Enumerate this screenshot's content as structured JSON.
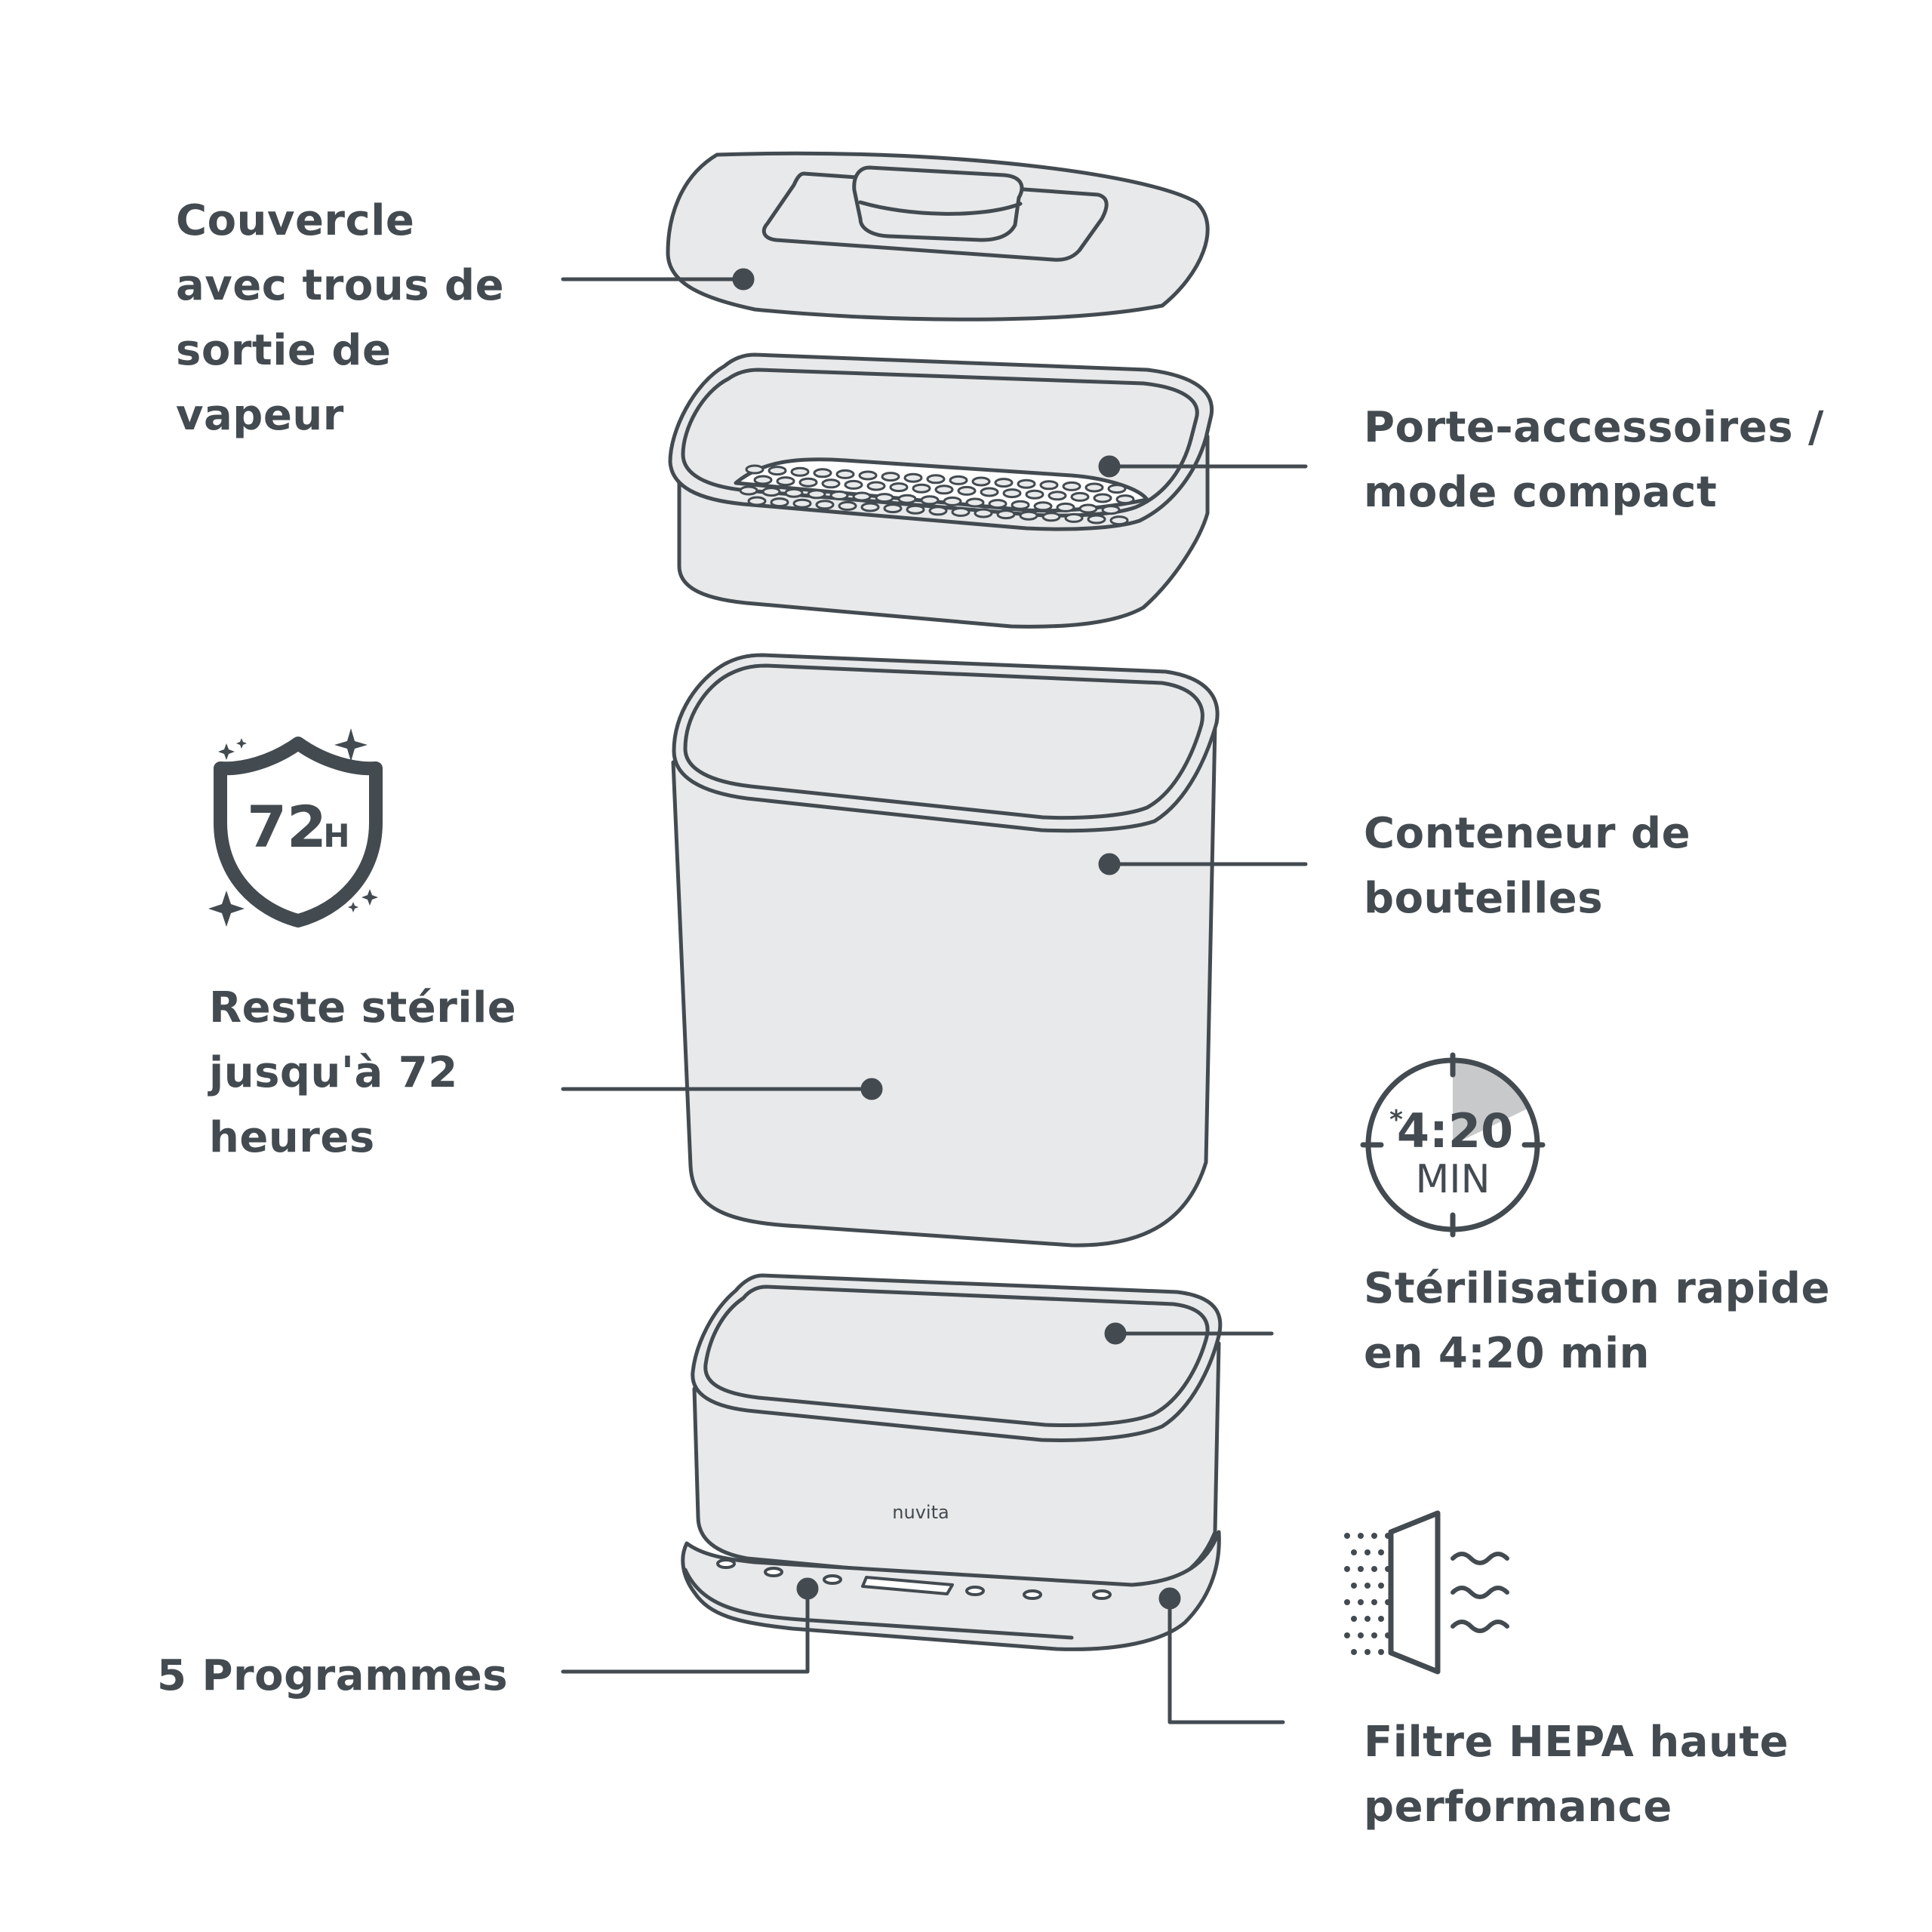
{
  "colors": {
    "ink": "#434b51",
    "fill": "#e8e9ea",
    "background": "#ffffff",
    "timer_wedge": "#c8c9ca"
  },
  "labels": {
    "lid": [
      "Couvercle",
      "avec trous de",
      "sortie de",
      "vapeur"
    ],
    "tray": [
      "Porte-accessoires /",
      "mode compact"
    ],
    "container": [
      "Conteneur de",
      "bouteilles"
    ],
    "sterile": [
      "Reste stérile",
      "jusqu'à 72",
      "heures"
    ],
    "fast": [
      "Stérilisation rapide",
      "en 4:20 min"
    ],
    "programs": [
      "5 Programmes"
    ],
    "hepa": [
      "Filtre HEPA haute",
      "performance"
    ]
  },
  "badge_72h": {
    "number": "72",
    "unit": "H",
    "icon": "shield-icon"
  },
  "timer_badge": {
    "asterisk": "*",
    "time": "4:20",
    "unit": "MIN",
    "icon": "clock-icon"
  },
  "brand_logo": "nuvita",
  "hepa_icon": "filter-airflow-icon"
}
